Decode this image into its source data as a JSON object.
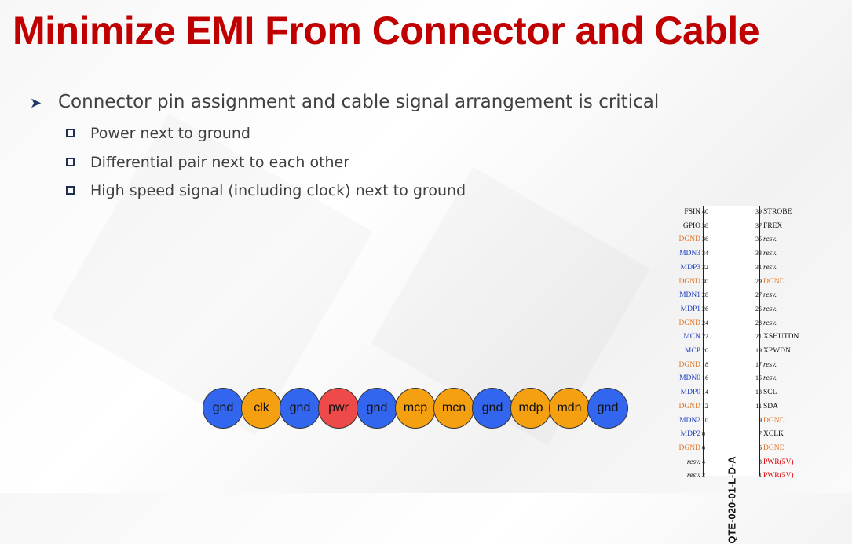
{
  "title": "Minimize EMI From Connector and Cable",
  "bullet": "Connector pin assignment and cable signal arrangement is critical",
  "sub_bullets": [
    "Power next to ground",
    "Differential pair next to each other",
    "High speed signal (including clock) next to ground"
  ],
  "colors": {
    "gnd": "#3366ee",
    "signal": "#f5a011",
    "pwr": "#ee4a4a"
  },
  "pins": [
    {
      "label": "gnd",
      "kind": "gnd"
    },
    {
      "label": "clk",
      "kind": "signal"
    },
    {
      "label": "gnd",
      "kind": "gnd"
    },
    {
      "label": "pwr",
      "kind": "pwr"
    },
    {
      "label": "gnd",
      "kind": "gnd"
    },
    {
      "label": "mcp",
      "kind": "signal"
    },
    {
      "label": "mcn",
      "kind": "signal"
    },
    {
      "label": "gnd",
      "kind": "gnd"
    },
    {
      "label": "mdp",
      "kind": "signal"
    },
    {
      "label": "mdn",
      "kind": "signal"
    },
    {
      "label": "gnd",
      "kind": "gnd"
    }
  ],
  "connector": {
    "part": "QTE-020-01-L-D-A",
    "left_pins": [
      {
        "name": "FSIN",
        "num": "40",
        "color": "black"
      },
      {
        "name": "GPIO",
        "num": "38",
        "color": "black"
      },
      {
        "name": "DGND",
        "num": "36",
        "color": "orange"
      },
      {
        "name": "MDN3",
        "num": "34",
        "color": "blue"
      },
      {
        "name": "MDP3",
        "num": "32",
        "color": "blue"
      },
      {
        "name": "DGND",
        "num": "30",
        "color": "orange"
      },
      {
        "name": "MDN1",
        "num": "28",
        "color": "blue"
      },
      {
        "name": "MDP1",
        "num": "26",
        "color": "blue"
      },
      {
        "name": "DGND",
        "num": "24",
        "color": "orange"
      },
      {
        "name": "MCN",
        "num": "22",
        "color": "blue"
      },
      {
        "name": "MCP",
        "num": "20",
        "color": "blue"
      },
      {
        "name": "DGND",
        "num": "18",
        "color": "orange"
      },
      {
        "name": "MDN0",
        "num": "16",
        "color": "blue"
      },
      {
        "name": "MDP0",
        "num": "14",
        "color": "blue"
      },
      {
        "name": "DGND",
        "num": "12",
        "color": "orange"
      },
      {
        "name": "MDN2",
        "num": "10",
        "color": "blue"
      },
      {
        "name": "MDP2",
        "num": "8",
        "color": "blue"
      },
      {
        "name": "DGND",
        "num": "6",
        "color": "orange"
      },
      {
        "name": "resv.",
        "num": "4",
        "color": "italic"
      },
      {
        "name": "resv.",
        "num": "2",
        "color": "italic"
      }
    ],
    "right_pins": [
      {
        "name": "STROBE",
        "num": "39",
        "color": "black"
      },
      {
        "name": "FREX",
        "num": "37",
        "color": "black"
      },
      {
        "name": "resv.",
        "num": "35",
        "color": "italic"
      },
      {
        "name": "resv.",
        "num": "33",
        "color": "italic"
      },
      {
        "name": "resv.",
        "num": "31",
        "color": "italic"
      },
      {
        "name": "DGND",
        "num": "29",
        "color": "orange"
      },
      {
        "name": "resv.",
        "num": "27",
        "color": "italic"
      },
      {
        "name": "resv.",
        "num": "25",
        "color": "italic"
      },
      {
        "name": "resv.",
        "num": "23",
        "color": "italic"
      },
      {
        "name": "XSHUTDN",
        "num": "21",
        "color": "black"
      },
      {
        "name": "XPWDN",
        "num": "19",
        "color": "black"
      },
      {
        "name": "resv.",
        "num": "17",
        "color": "italic"
      },
      {
        "name": "resv.",
        "num": "15",
        "color": "italic"
      },
      {
        "name": "SCL",
        "num": "13",
        "color": "black"
      },
      {
        "name": "SDA",
        "num": "11",
        "color": "black"
      },
      {
        "name": "DGND",
        "num": "9",
        "color": "orange"
      },
      {
        "name": "XCLK",
        "num": "7",
        "color": "black"
      },
      {
        "name": "DGND",
        "num": "5",
        "color": "orange"
      },
      {
        "name": "PWR(5V)",
        "num": "3",
        "color": "red"
      },
      {
        "name": "PWR(5V)",
        "num": "1",
        "color": "red"
      }
    ]
  }
}
